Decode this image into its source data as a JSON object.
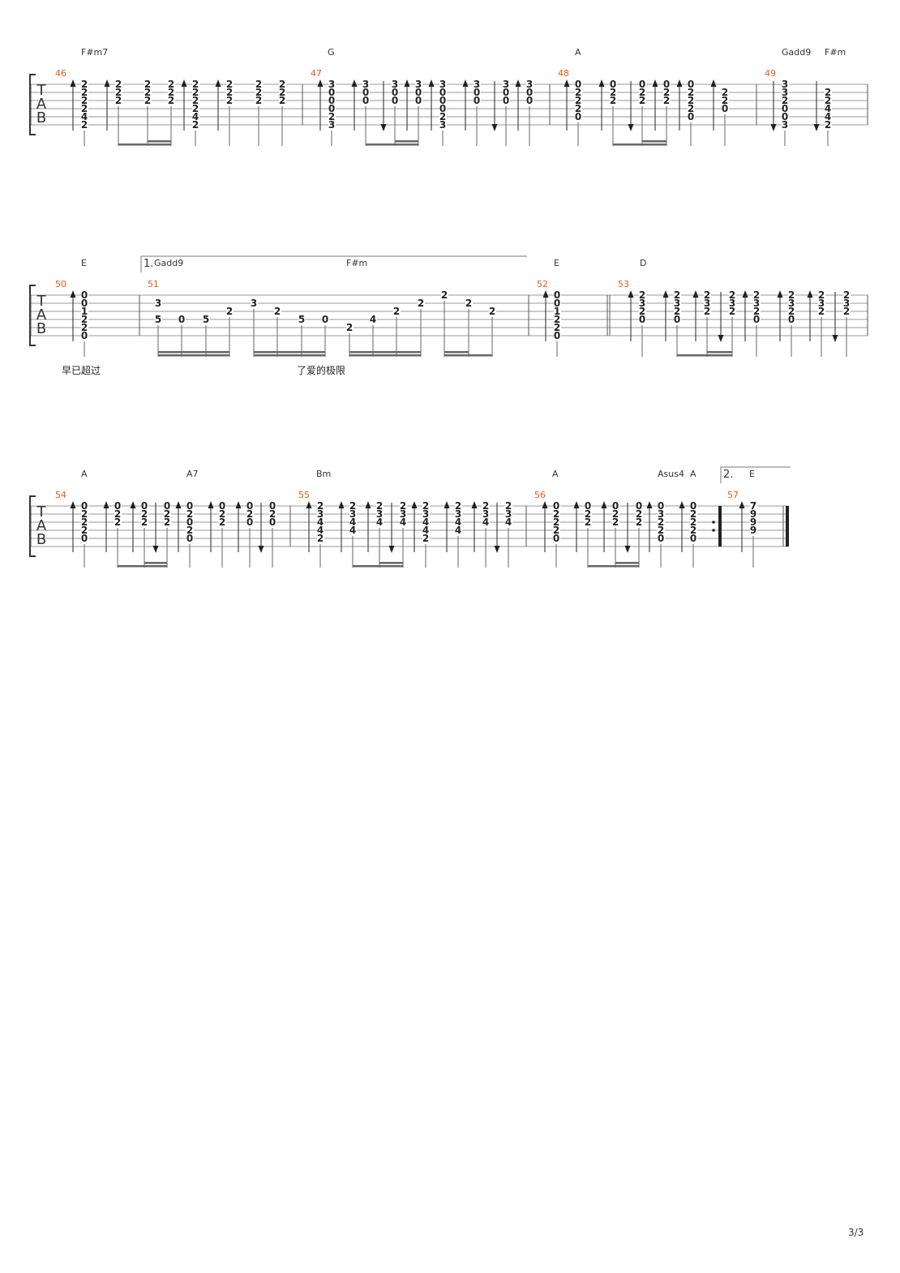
{
  "page": {
    "number": "3/3"
  },
  "tab_label": [
    "T",
    "A",
    "B"
  ],
  "colors": {
    "measure_number": "#e65c1a",
    "line": "#555555",
    "text": "#222222"
  },
  "rows": [
    {
      "measures": [
        {
          "number": "46",
          "chords": [
            "F#m7"
          ],
          "beats": [
            {
              "f": [
                "2",
                "2",
                "2",
                "2",
                "4",
                "2"
              ],
              "s": "up"
            },
            {
              "f": [
                "2",
                "2",
                "2",
                "",
                "",
                ""
              ],
              "s": "up"
            },
            {
              "f": [
                "2",
                "2",
                "2",
                "",
                "",
                ""
              ]
            },
            {
              "f": [
                "2",
                "2",
                "2",
                "",
                "",
                ""
              ]
            },
            {
              "f": [
                "2",
                "2",
                "2",
                "2",
                "4",
                "2"
              ],
              "s": "up"
            },
            {
              "f": [
                "2",
                "2",
                "2",
                "",
                "",
                ""
              ],
              "s": "up"
            },
            {
              "f": [
                "2",
                "2",
                "2",
                "",
                "",
                ""
              ]
            },
            {
              "f": [
                "2",
                "2",
                "2",
                "",
                "",
                ""
              ]
            }
          ]
        },
        {
          "number": "47",
          "chords": [
            "G"
          ],
          "beats": [
            {
              "f": [
                "3",
                "0",
                "0",
                "0",
                "2",
                "3"
              ],
              "s": "up"
            },
            {
              "f": [
                "3",
                "0",
                "0",
                "",
                "",
                ""
              ],
              "s": "up"
            },
            {
              "f": [
                "3",
                "0",
                "0",
                "",
                "",
                ""
              ],
              "s": "down"
            },
            {
              "f": [
                "3",
                "0",
                "0",
                "",
                "",
                ""
              ],
              "s": "up"
            },
            {
              "f": [
                "3",
                "0",
                "0",
                "0",
                "2",
                "3"
              ],
              "s": "up"
            },
            {
              "f": [
                "3",
                "0",
                "0",
                "",
                "",
                ""
              ],
              "s": "up"
            },
            {
              "f": [
                "3",
                "0",
                "0",
                "",
                "",
                ""
              ],
              "s": "down"
            },
            {
              "f": [
                "3",
                "0",
                "0",
                "",
                "",
                ""
              ],
              "s": "up"
            }
          ]
        },
        {
          "number": "48",
          "chords": [
            "A"
          ],
          "beats": [
            {
              "f": [
                "0",
                "2",
                "2",
                "2",
                "0",
                ""
              ],
              "s": "up"
            },
            {
              "f": [
                "0",
                "2",
                "2",
                "",
                "",
                ""
              ],
              "s": "up"
            },
            {
              "f": [
                "0",
                "2",
                "2",
                "",
                "",
                ""
              ],
              "s": "down"
            },
            {
              "f": [
                "0",
                "2",
                "2",
                "",
                "",
                ""
              ],
              "s": "up"
            },
            {
              "f": [
                "0",
                "2",
                "2",
                "2",
                "0",
                ""
              ],
              "s": "up"
            },
            {
              "f": [
                "",
                "2",
                "2",
                "0",
                "",
                ""
              ],
              "s": "up"
            }
          ]
        },
        {
          "number": "49",
          "chords": [
            "Gadd9",
            "F#m"
          ],
          "beats": [
            {
              "f": [
                "3",
                "3",
                "2",
                "0",
                "0",
                "3"
              ],
              "s": "down"
            },
            {
              "f": [
                "",
                "2",
                "2",
                "4",
                "4",
                "2"
              ],
              "s": "down"
            }
          ]
        }
      ]
    },
    {
      "measures": [
        {
          "number": "50",
          "chords": [
            "E"
          ],
          "beats": [
            {
              "f": [
                "0",
                "0",
                "1",
                "2",
                "2",
                "0"
              ],
              "s": "up"
            }
          ]
        },
        {
          "number": "51",
          "chords": [
            "Gadd9",
            "F#m"
          ],
          "volta": "1.",
          "beats": [
            {
              "f": [
                "",
                "3",
                "",
                "5",
                "",
                ""
              ]
            },
            {
              "f": [
                "",
                "",
                "",
                "0",
                "",
                ""
              ]
            },
            {
              "f": [
                "",
                "",
                "",
                "5",
                "",
                ""
              ]
            },
            {
              "f": [
                "",
                "",
                "2",
                "",
                "",
                ""
              ]
            },
            {
              "f": [
                "",
                "3",
                "",
                "",
                "",
                ""
              ]
            },
            {
              "f": [
                "",
                "",
                "2",
                "",
                "",
                ""
              ]
            },
            {
              "f": [
                "",
                "",
                "",
                "5",
                "",
                ""
              ]
            },
            {
              "f": [
                "",
                "",
                "",
                "0",
                "",
                ""
              ]
            },
            {
              "f": [
                "",
                "",
                "",
                "",
                "2",
                ""
              ]
            },
            {
              "f": [
                "",
                "",
                "",
                "4",
                "",
                ""
              ]
            },
            {
              "f": [
                "",
                "",
                "2",
                "",
                "",
                ""
              ]
            },
            {
              "f": [
                "",
                "2",
                "",
                "",
                "",
                ""
              ]
            },
            {
              "f": [
                "2",
                "",
                "",
                "",
                "",
                ""
              ]
            },
            {
              "f": [
                "",
                "2",
                "",
                "",
                "",
                ""
              ]
            },
            {
              "f": [
                "",
                "",
                "2",
                "",
                "",
                ""
              ]
            }
          ]
        },
        {
          "number": "52",
          "chords": [
            "E"
          ],
          "beats": [
            {
              "f": [
                "0",
                "0",
                "1",
                "2",
                "2",
                "0"
              ],
              "s": "up"
            }
          ]
        },
        {
          "number": "53",
          "chords": [
            "D"
          ],
          "repeat_start": true,
          "beats": [
            {
              "f": [
                "2",
                "3",
                "2",
                "0",
                "",
                ""
              ],
              "s": "up"
            },
            {
              "f": [
                "2",
                "3",
                "2",
                "0",
                "",
                ""
              ],
              "s": "up"
            },
            {
              "f": [
                "2",
                "3",
                "2",
                "",
                "",
                ""
              ],
              "s": "up"
            },
            {
              "f": [
                "2",
                "3",
                "2",
                "",
                "",
                ""
              ],
              "s": "down"
            },
            {
              "f": [
                "2",
                "3",
                "2",
                "0",
                "",
                ""
              ],
              "s": "up"
            },
            {
              "f": [
                "2",
                "3",
                "2",
                "0",
                "",
                ""
              ],
              "s": "up"
            },
            {
              "f": [
                "2",
                "3",
                "2",
                "",
                "",
                ""
              ],
              "s": "up"
            },
            {
              "f": [
                "2",
                "3",
                "2",
                "",
                "",
                ""
              ],
              "s": "down"
            }
          ]
        }
      ],
      "lyrics": [
        "早已超过",
        "了爱的极限"
      ]
    },
    {
      "measures": [
        {
          "number": "54",
          "chords": [
            "A",
            "A7"
          ],
          "beats": [
            {
              "f": [
                "0",
                "2",
                "2",
                "2",
                "0",
                ""
              ],
              "s": "up"
            },
            {
              "f": [
                "0",
                "2",
                "2",
                "",
                "",
                ""
              ],
              "s": "up"
            },
            {
              "f": [
                "0",
                "2",
                "2",
                "",
                "",
                ""
              ],
              "s": "up"
            },
            {
              "f": [
                "0",
                "2",
                "2",
                "",
                "",
                ""
              ],
              "s": "down"
            },
            {
              "f": [
                "0",
                "2",
                "0",
                "2",
                "0",
                ""
              ],
              "s": "up"
            },
            {
              "f": [
                "0",
                "2",
                "2",
                "",
                "",
                ""
              ],
              "s": "up"
            },
            {
              "f": [
                "0",
                "2",
                "0",
                "",
                "",
                ""
              ],
              "s": "up"
            },
            {
              "f": [
                "0",
                "2",
                "0",
                "",
                "",
                ""
              ],
              "s": "down"
            }
          ]
        },
        {
          "number": "55",
          "chords": [
            "Bm"
          ],
          "beats": [
            {
              "f": [
                "2",
                "3",
                "4",
                "4",
                "2",
                ""
              ],
              "s": "up"
            },
            {
              "f": [
                "2",
                "3",
                "4",
                "4",
                "",
                ""
              ],
              "s": "up"
            },
            {
              "f": [
                "2",
                "3",
                "4",
                "",
                "",
                ""
              ],
              "s": "up"
            },
            {
              "f": [
                "2",
                "3",
                "4",
                "",
                "",
                ""
              ],
              "s": "down"
            },
            {
              "f": [
                "2",
                "3",
                "4",
                "4",
                "2",
                ""
              ],
              "s": "up"
            },
            {
              "f": [
                "2",
                "3",
                "4",
                "4",
                "",
                ""
              ],
              "s": "up"
            },
            {
              "f": [
                "2",
                "3",
                "4",
                "",
                "",
                ""
              ],
              "s": "up"
            },
            {
              "f": [
                "2",
                "3",
                "4",
                "",
                "",
                ""
              ],
              "s": "down"
            }
          ]
        },
        {
          "number": "56",
          "chords": [
            "A",
            "Asus4",
            "A"
          ],
          "repeat_end": true,
          "beats": [
            {
              "f": [
                "0",
                "2",
                "2",
                "2",
                "0",
                ""
              ],
              "s": "up"
            },
            {
              "f": [
                "0",
                "2",
                "2",
                "",
                "",
                ""
              ],
              "s": "up"
            },
            {
              "f": [
                "0",
                "2",
                "2",
                "",
                "",
                ""
              ],
              "s": "up"
            },
            {
              "f": [
                "0",
                "2",
                "2",
                "",
                "",
                ""
              ],
              "s": "down"
            },
            {
              "f": [
                "0",
                "3",
                "2",
                "2",
                "0",
                ""
              ],
              "s": "up"
            },
            {
              "f": [
                "0",
                "2",
                "2",
                "2",
                "0",
                ""
              ],
              "s": "up"
            }
          ]
        },
        {
          "number": "57",
          "chords": [
            "E"
          ],
          "volta": "2.",
          "final": true,
          "beats": [
            {
              "f": [
                "7",
                "9",
                "9",
                "9",
                "",
                ""
              ],
              "s": "up"
            }
          ]
        }
      ]
    }
  ]
}
